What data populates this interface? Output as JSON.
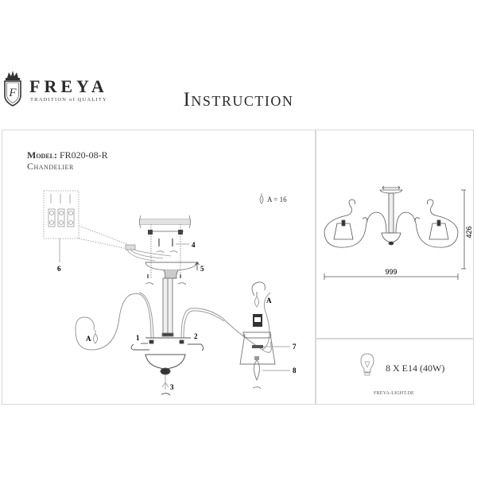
{
  "header": {
    "brand_name": "FREYA",
    "brand_tagline": "TRADITION of QUALITY",
    "logo_letter": "F",
    "document_title": "Instruction"
  },
  "product": {
    "model_label": "Model:",
    "model_value": "FR020-08-R",
    "type": "Chandelier"
  },
  "assembly_diagram": {
    "crystal_note": "A = 16",
    "step_labels": [
      "1",
      "2",
      "3",
      "4",
      "5",
      "6",
      "7",
      "8"
    ],
    "crystal_marker": "A"
  },
  "dimensions": {
    "width": "999",
    "height": "426"
  },
  "specs": {
    "bulbs": "8 X E14 (40W)",
    "website": "FREYA-LIGHT.DE"
  },
  "colors": {
    "line": "#8a8a8a",
    "frame": "#d8d8d8",
    "text": "#222222"
  }
}
